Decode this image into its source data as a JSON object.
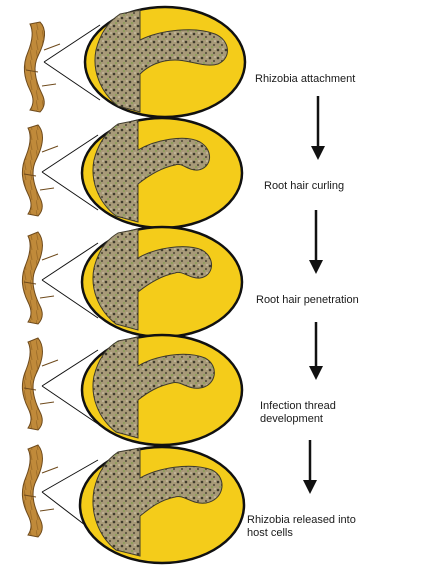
{
  "colors": {
    "circle_fill": "#f4cc1a",
    "circle_outline": "#111111",
    "root_fill": "#c08a3a",
    "root_edge": "#6e4a1c",
    "cell_fill": "#a89a78",
    "cell_dark": "#3e3a2c",
    "cell_green": "#7fa24a",
    "arrow": "#111111"
  },
  "steps": [
    {
      "label": "Rhizobia attachment",
      "hair_stage": "attachment"
    },
    {
      "label": "Root hair curling",
      "hair_stage": "curling"
    },
    {
      "label": "Root hair penetration",
      "hair_stage": "penetration"
    },
    {
      "label_line1": "Infection thread",
      "label_line2": "development",
      "hair_stage": "infection-thread"
    },
    {
      "label_line1": "Rhizobia released into",
      "label_line2": "host cells",
      "hair_stage": "release"
    }
  ],
  "arrows": 4
}
